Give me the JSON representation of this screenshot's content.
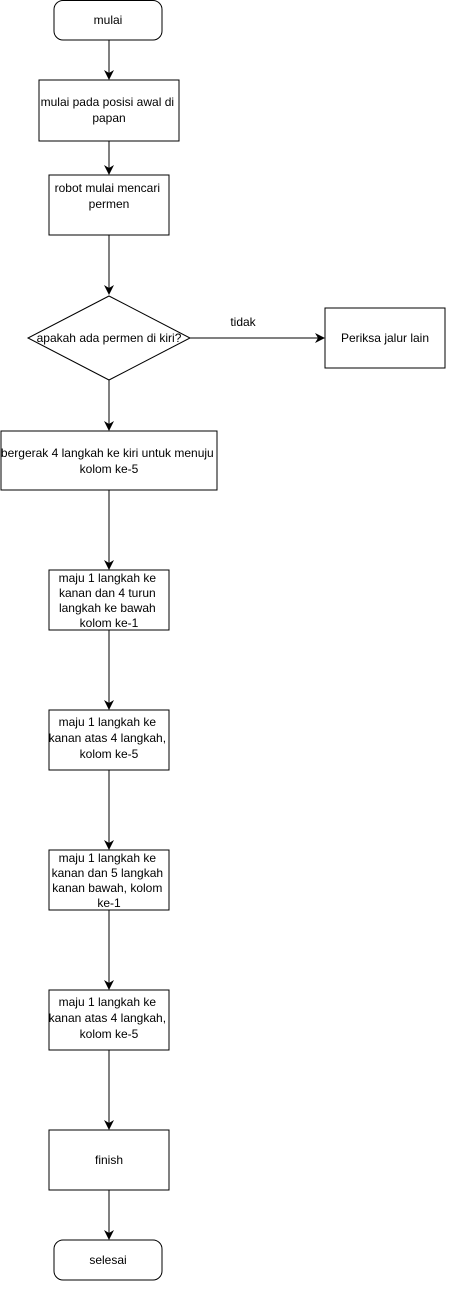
{
  "nodes": {
    "start": "mulai",
    "step1": [
      "mulai pada posisi awal di",
      "papan"
    ],
    "step2": [
      "robot mulai mencari",
      "permen"
    ],
    "decision": "apakah ada permen di kiri?",
    "no_label": "tidak",
    "alt": "Periksa jalur lain",
    "step3": [
      "bergerak 4 langkah ke kiri untuk menuju",
      "kolom ke-5"
    ],
    "step4": [
      "maju 1 langkah ke",
      "kanan dan 4  turun",
      "langkah ke bawah",
      "kolom ke-1"
    ],
    "step5": [
      "maju 1 langkah ke",
      "kanan atas 4 langkah,",
      "kolom ke-5"
    ],
    "step6": [
      "maju 1 langkah ke",
      "kanan dan 5 langkah",
      "kanan bawah, kolom",
      "ke-1"
    ],
    "step7": [
      "maju 1 langkah ke",
      "kanan atas 4 langkah,",
      "kolom ke-5"
    ],
    "finish": "finish",
    "end": "selesai"
  }
}
